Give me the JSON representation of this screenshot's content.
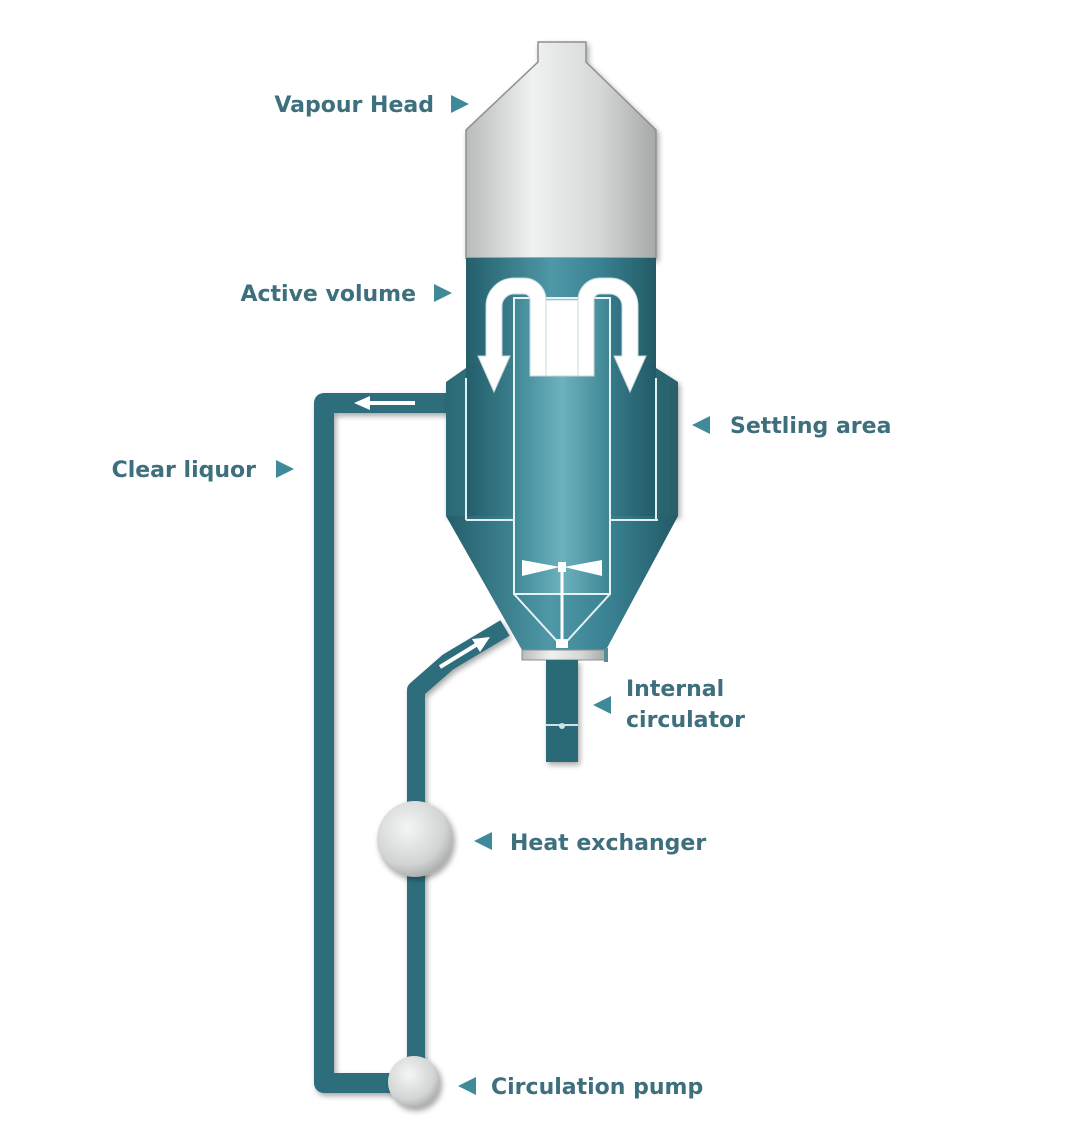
{
  "labels": {
    "vapour_head": "Vapour Head",
    "active_volume": "Active volume",
    "settling_area": "Settling area",
    "clear_liquor": "Clear liquor",
    "internal_circulator_line1": "Internal",
    "internal_circulator_line2": "circulator",
    "heat_exchanger": "Heat exchanger",
    "circulation_pump": "Circulation pump"
  },
  "colors": {
    "teal_dark": "#2a6674",
    "teal_mid": "#3e8796",
    "teal_light": "#5aa3b1",
    "label": "#3d6f7c",
    "pointer": "#3f8a98",
    "shell_light": "#e9eaea",
    "shell_dark": "#a9abab"
  },
  "icons": {
    "label_pointer": "triangle-pointer-icon",
    "flow_arrow": "flow-arrow-icon",
    "impeller": "impeller-icon"
  }
}
